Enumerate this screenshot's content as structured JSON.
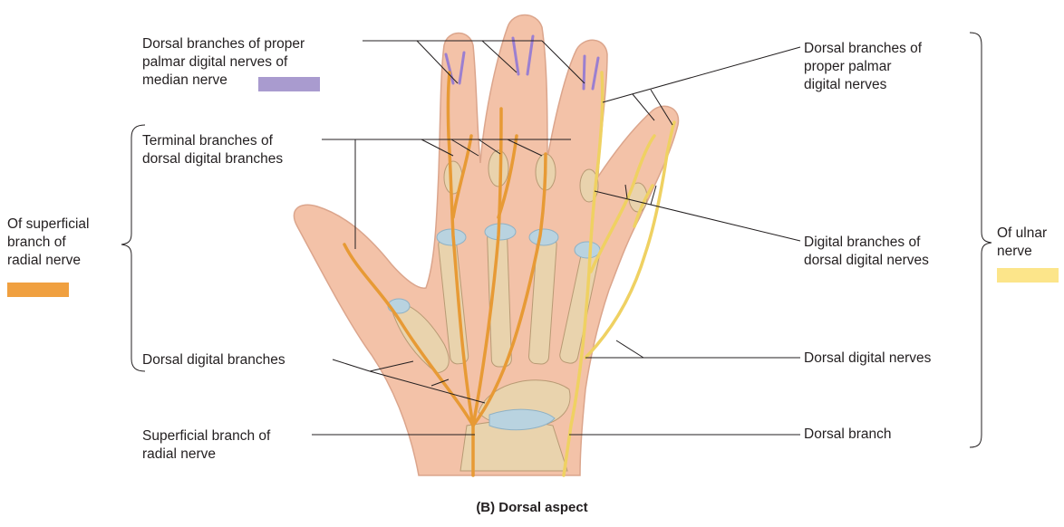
{
  "figure": {
    "caption": "(B) Dorsal aspect"
  },
  "labels": {
    "median_dorsal": [
      "Dorsal branches of proper",
      "palmar digital nerves of",
      "median nerve"
    ],
    "terminal": [
      "Terminal branches of",
      "dorsal digital branches"
    ],
    "radial_group": [
      "Of superficial",
      "branch of",
      "radial nerve"
    ],
    "dorsal_digital_branches": [
      "Dorsal digital branches"
    ],
    "superficial_branch": [
      "Superficial branch of",
      "radial nerve"
    ],
    "ulnar_dorsal_proper": [
      "Dorsal branches of",
      "proper palmar",
      "digital nerves"
    ],
    "ulnar_digital_branches": [
      "Digital branches of",
      "dorsal digital nerves"
    ],
    "dorsal_digital_nerves": [
      "Dorsal digital nerves"
    ],
    "dorsal_branch": [
      "Dorsal branch"
    ],
    "ulnar_group": [
      "Of ulnar",
      "nerve"
    ]
  },
  "colors": {
    "median": "#a99bcf",
    "radial": "#f0a040",
    "ulnar": "#fce58a",
    "skin": "#f3c2a8",
    "bone": "#e9d3ad",
    "line": "#231f20"
  }
}
